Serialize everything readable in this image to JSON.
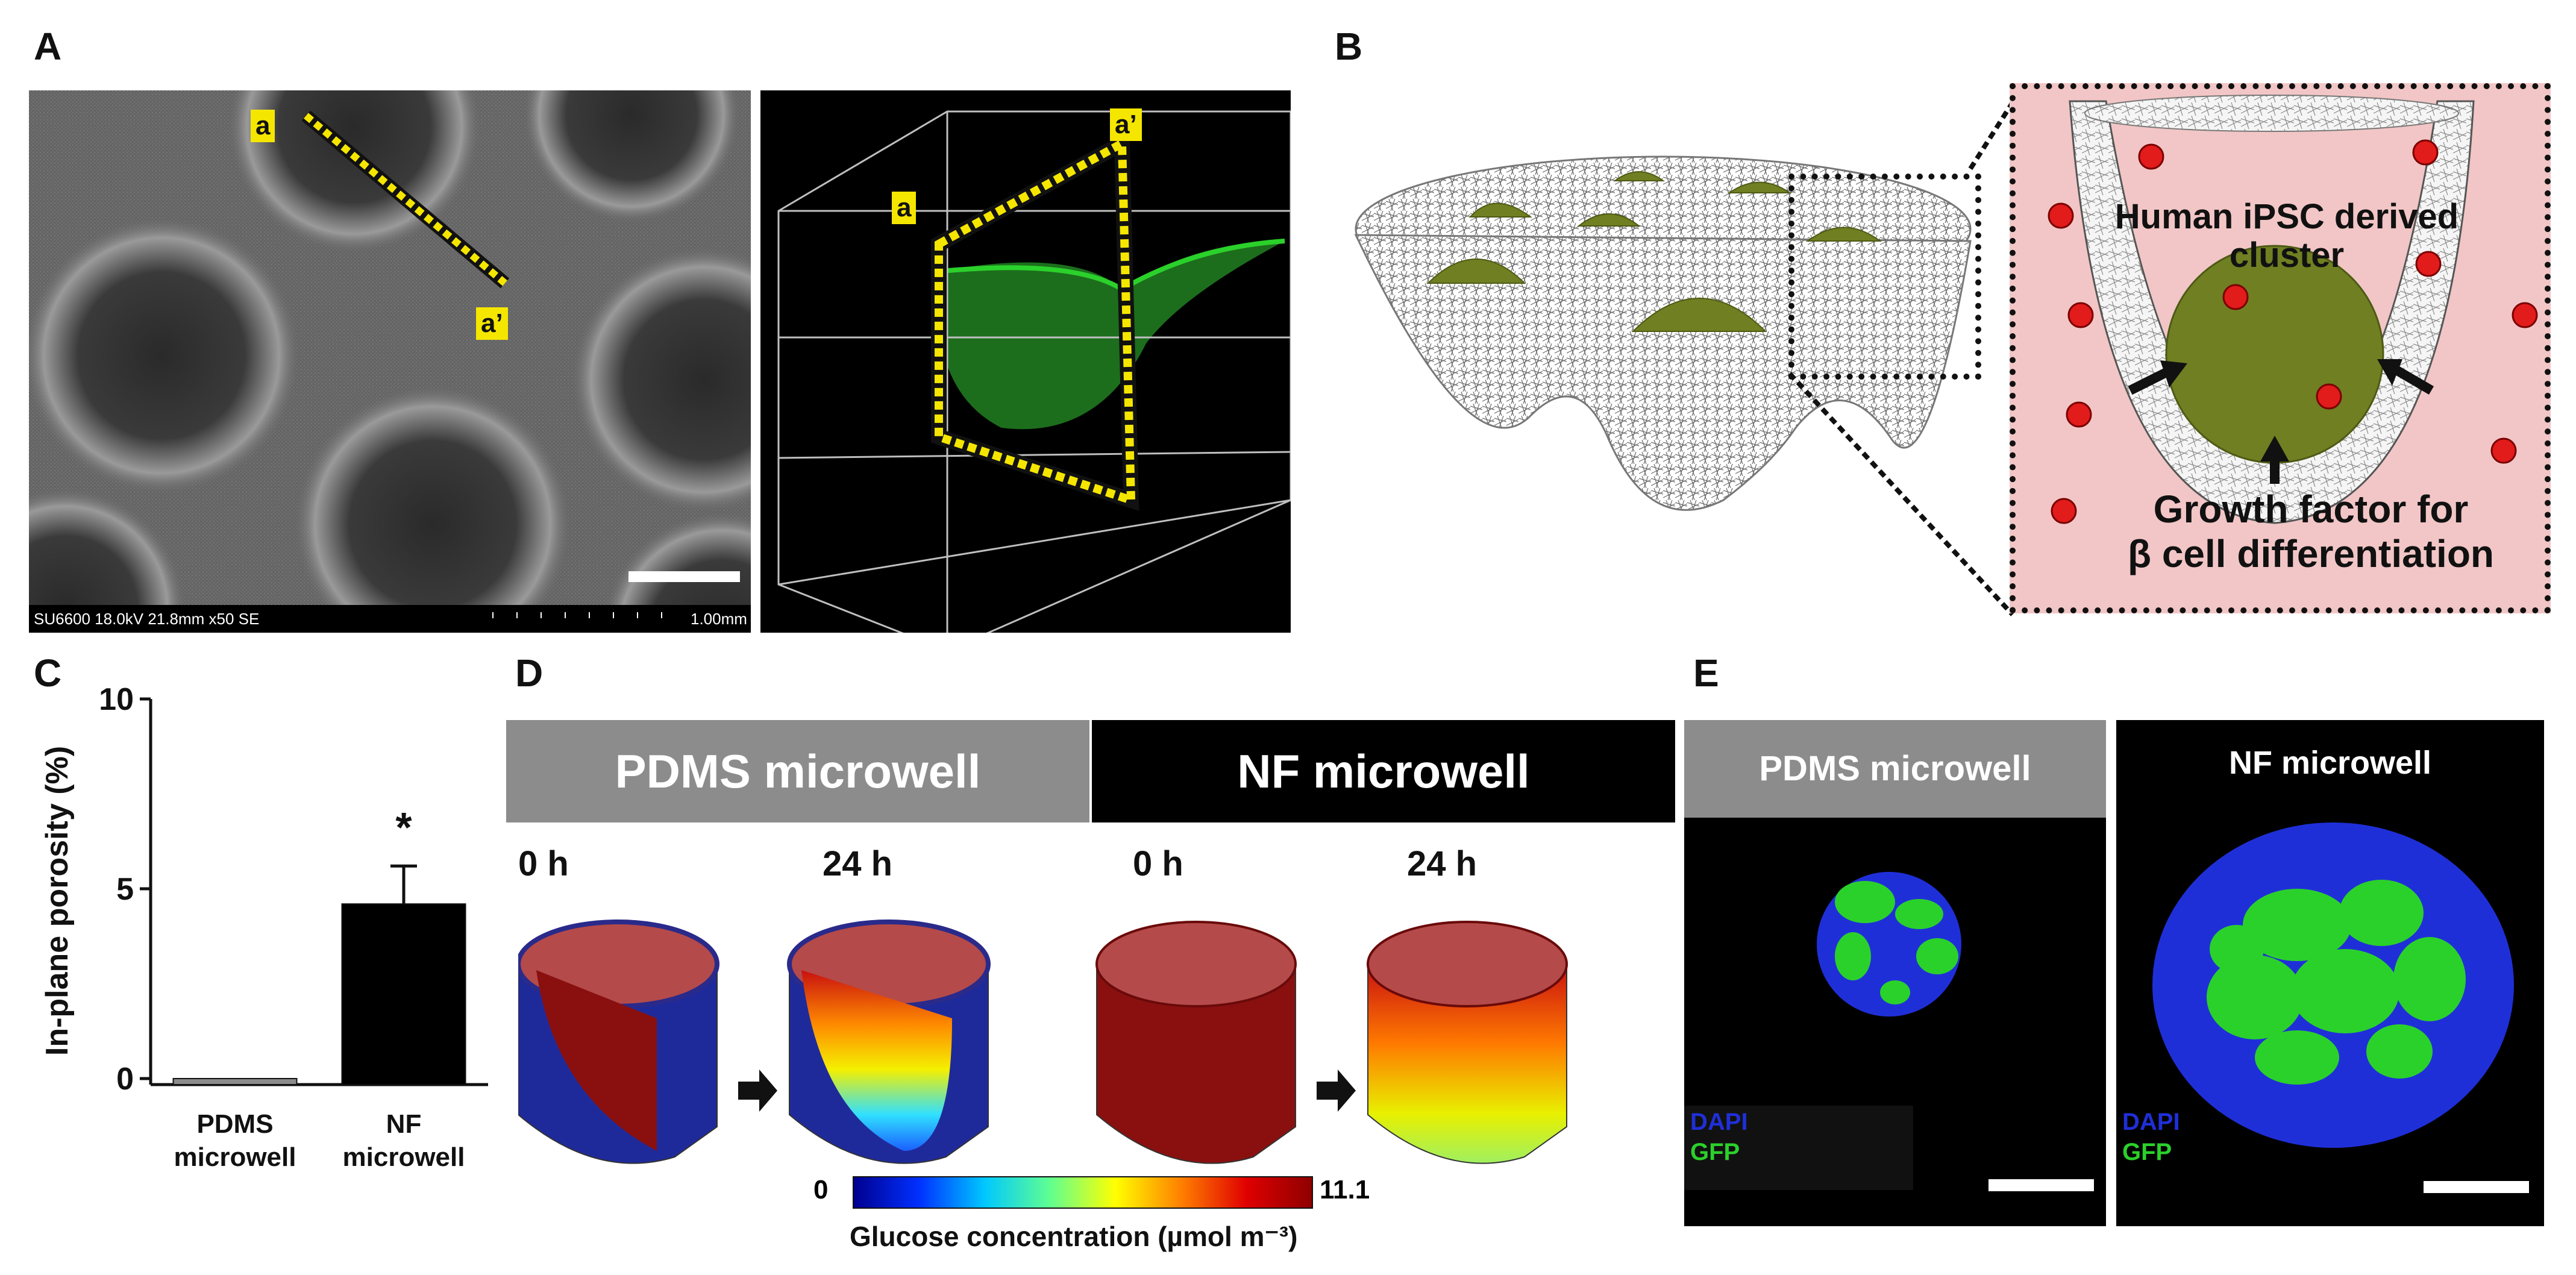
{
  "panels": {
    "A": {
      "label": "A",
      "sem": {
        "marker_a": "a",
        "marker_a_prime": "a’",
        "footer_left": "SU6600 18.0kV 21.8mm x50 SE",
        "footer_right": "1.00mm"
      },
      "confocal": {
        "marker_a": "a",
        "marker_a_prime": "a’"
      }
    },
    "B": {
      "label": "B",
      "callout": {
        "line1": "Human iPSC derived",
        "line2": "cluster",
        "growth_line1": "Growth factor for",
        "growth_line2": "β cell differentiation"
      }
    },
    "C": {
      "label": "C"
    },
    "D": {
      "label": "D",
      "header_left": "PDMS microwell",
      "header_right": "NF microwell",
      "times": [
        "0 h",
        "24 h",
        "0 h",
        "24 h"
      ],
      "colorbar": {
        "min": "0",
        "max": "11.1",
        "title": "Glucose concentration (µmol m⁻³)"
      }
    },
    "E": {
      "label": "E",
      "left_title": "PDMS microwell",
      "right_title": "NF microwell",
      "stain1": "DAPI",
      "stain2": "GFP"
    }
  },
  "colors": {
    "yellow": "#f5e600",
    "green": "#2bd12b",
    "dapi_blue": "#1f2fd8",
    "pink": "#f2c6c6",
    "pdms_header": "#8c8c8c",
    "nf_header": "#000000"
  },
  "chart_data": {
    "type": "bar",
    "categories": [
      "PDMS\nmicrowell",
      "NF\nmicrowell"
    ],
    "category_lines": [
      [
        "PDMS",
        "microwell"
      ],
      [
        "NF",
        "microwell"
      ]
    ],
    "values": [
      0,
      4.6
    ],
    "errors": [
      0,
      1.0
    ],
    "bar_colors": [
      "#8c8c8c",
      "#000000"
    ],
    "significance": [
      "",
      "*"
    ],
    "ylabel": "In-plane porosity (%)",
    "ylim": [
      0,
      10
    ],
    "yticks": [
      0,
      5,
      10
    ],
    "grid": false
  }
}
